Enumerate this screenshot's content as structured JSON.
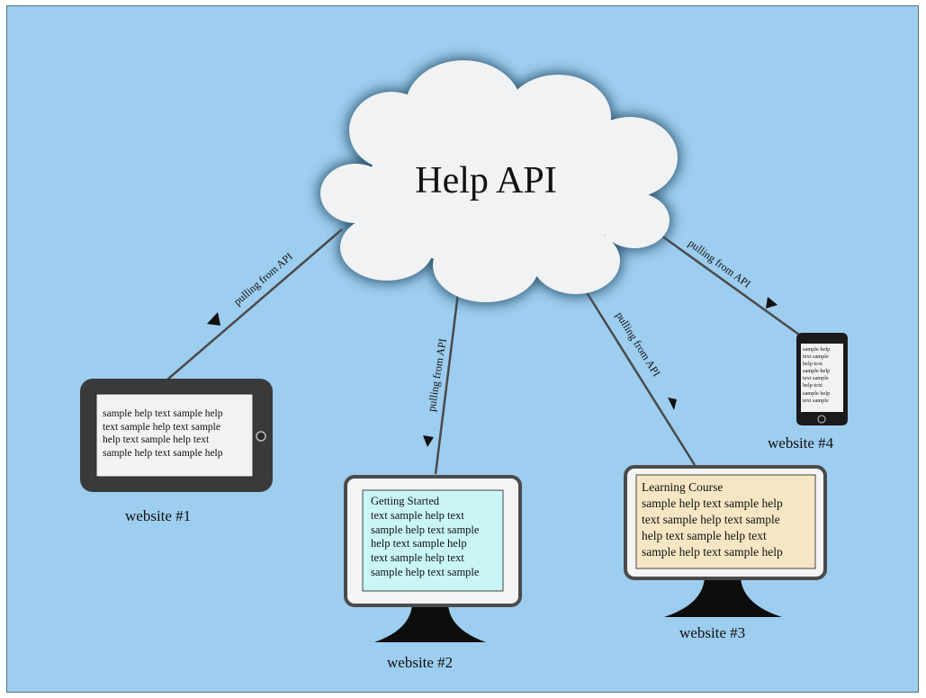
{
  "colors": {
    "background": "#9dcdef",
    "cloud_fill": "#f1f2f3",
    "cloud_glow": "#2f5872",
    "device_dark": "#3a3a3a",
    "screen_light": "#f2f2f2",
    "screen_cyan": "#c9f5f7",
    "screen_tan": "#f5e7c4",
    "monitor_frame": "#4a4a4a",
    "connector": "#4a4a4a"
  },
  "cloud": {
    "title": "Help API"
  },
  "connection_label": "pulling from API",
  "devices": [
    {
      "kind": "tablet",
      "caption": "website #1",
      "lines": [
        "sample help text sample help",
        "text sample help text sample",
        "help text sample help text",
        "sample help text sample help"
      ]
    },
    {
      "kind": "monitor",
      "caption": "website #2",
      "lines": [
        "Getting Started",
        "text sample help text",
        "sample help text sample",
        "help text sample help",
        "text sample help text",
        "sample help text sample"
      ]
    },
    {
      "kind": "monitor",
      "caption": "website #3",
      "lines": [
        "Learning Course",
        "sample help text sample help",
        "text sample help text sample",
        "help text sample help text",
        "sample help text sample help"
      ]
    },
    {
      "kind": "phone",
      "caption": "website #4",
      "lines": [
        "sample help",
        "text sample",
        "help text",
        "sample help",
        "text sample",
        "help text",
        "sample help",
        "text sample"
      ]
    }
  ]
}
